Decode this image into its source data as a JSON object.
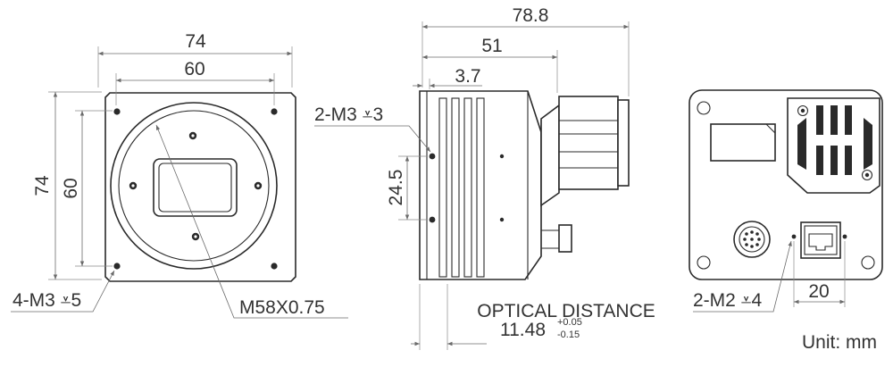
{
  "front_view": {
    "width_outer": "74",
    "width_holes": "60",
    "height_outer": "74",
    "height_holes": "60",
    "mount_holes": "4-M3 ⩡5",
    "lens_mount": "M58X0.75"
  },
  "side_view": {
    "total_length": "78.8",
    "body_length": "51",
    "flange_offset": "3.7",
    "side_holes": "2-M3 ⩡3",
    "hole_spacing": "24.5",
    "optical_distance_label": "OPTICAL DISTANCE",
    "optical_distance_value": "11.48",
    "tolerance_plus": "+0.05",
    "tolerance_minus": "-0.15"
  },
  "rear_view": {
    "rear_holes": "2-M2 ⩡4",
    "hole_spacing": "20"
  },
  "unit_label": "Unit: mm",
  "colors": {
    "line": "#2a2a2a",
    "dimension": "#6b6b6b",
    "text": "#333333"
  }
}
